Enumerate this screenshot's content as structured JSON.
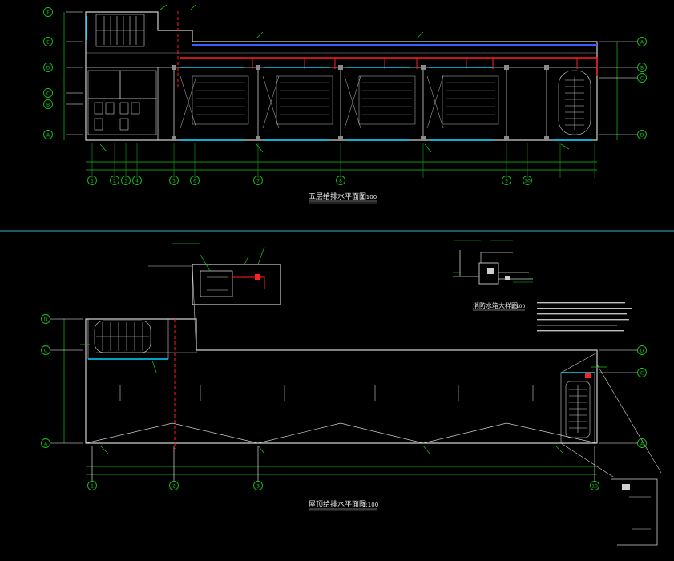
{
  "colors": {
    "background": "#000000",
    "wall": "#cfcfcf",
    "axis_green": "#18c418",
    "supply_red": "#ff2020",
    "drain_blue": "#3a5cff",
    "cyan": "#00d8ff",
    "label_yellow": "#ffff40",
    "divider": "#2fb9c9",
    "grey": "#8a8a8a"
  },
  "drawing": {
    "top_plan": {
      "axes_bottom": [
        "1",
        "2",
        "3",
        "4",
        "5",
        "6",
        "7",
        "8",
        "9",
        "10"
      ],
      "axes_right": [
        "A",
        "B",
        "C",
        "D"
      ],
      "axes_left": [
        "F",
        "E",
        "D",
        "C",
        "B",
        "A"
      ],
      "title": "五层给排水平面图",
      "scale": "1:100"
    },
    "roof_plan": {
      "axes_bottom": [
        "1",
        "2",
        "3",
        "10"
      ],
      "axes_left": [
        "D",
        "C",
        "A"
      ],
      "axes_right": [
        "D",
        "C",
        "A"
      ],
      "title": "屋顶给排水平面图",
      "scale": "1:100"
    },
    "detail": {
      "title": "消防水箱大样图",
      "scale": "1:100"
    }
  }
}
